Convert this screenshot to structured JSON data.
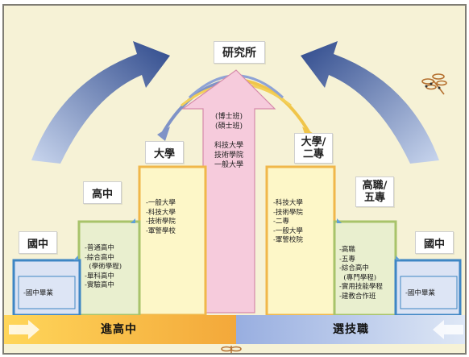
{
  "title": "研究所",
  "center": {
    "lines_top": [
      "(博士班)",
      "(碩士班)"
    ],
    "lines_bottom": [
      "科技大學",
      "技術學院",
      "一般大學"
    ]
  },
  "left": {
    "junior_label": "國中",
    "junior_box": "-國中畢業",
    "senior_label": "高中",
    "senior_items": [
      "-普通高中",
      "-綜合高中",
      "  (學術學程)",
      "-單科高中",
      "-實驗高中"
    ],
    "univ_label": "大學",
    "univ_items": [
      "-一般大學",
      "-科技大學",
      "-技術學院",
      "-軍警學校"
    ]
  },
  "right": {
    "junior_label": "國中",
    "junior_box": "-國中畢業",
    "voc_label_1": "高職/",
    "voc_label_2": "五專",
    "voc_items": [
      "-高職",
      "-五專",
      "-綜合高中",
      "  (專門學程)",
      "-實用技能學程",
      "-建教合作班"
    ],
    "univ_label_1": "大學/",
    "univ_label_2": "二專",
    "univ_items": [
      "-科技大學",
      "-技術學院",
      "-二專",
      "-一般大學",
      "-軍警校院"
    ]
  },
  "bottom": {
    "left_label": "進高中",
    "right_label": "選技職"
  },
  "colors": {
    "big_arrow_blue": "#4f6aa5",
    "center_arrow": "#f4c6d8",
    "left_bar": "#f6c64a",
    "right_bar": "#a9bbe0"
  }
}
